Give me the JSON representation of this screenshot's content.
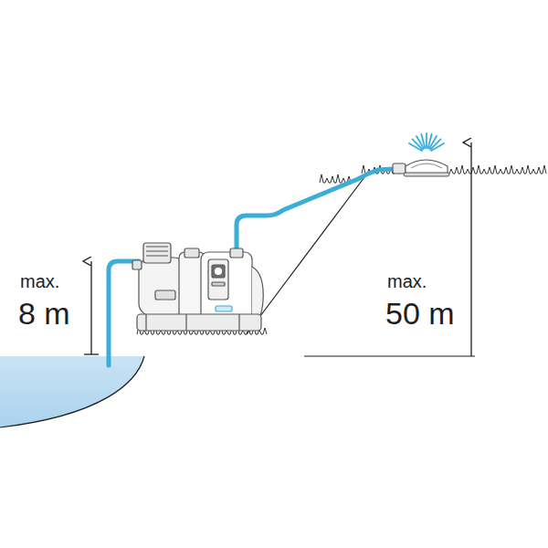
{
  "diagram": {
    "labels": [
      "max.",
      "8 m",
      "max.",
      "50 m"
    ]
  }
}
